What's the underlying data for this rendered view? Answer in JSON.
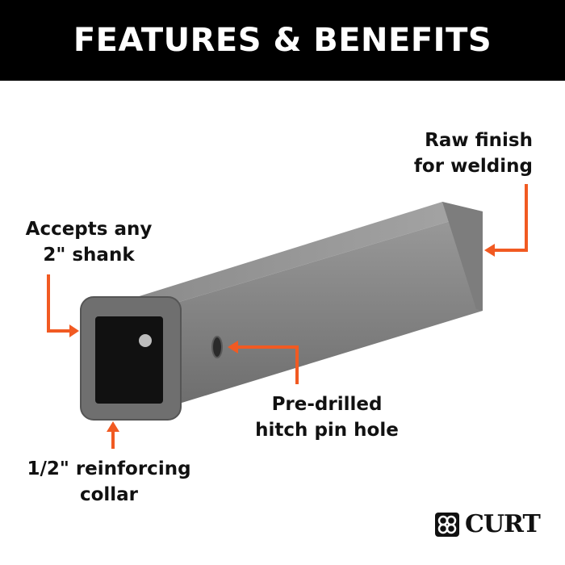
{
  "header": {
    "title": "FEATURES & BENEFITS"
  },
  "callouts": {
    "raw_finish": {
      "line1": "Raw finish",
      "line2": "for welding"
    },
    "accepts_shank": {
      "line1": "Accepts any",
      "line2": "2\" shank"
    },
    "pin_hole": {
      "line1": "Pre-drilled",
      "line2": "hitch pin hole"
    },
    "collar": {
      "line1": "1/2\" reinforcing",
      "line2": "collar"
    }
  },
  "brand": {
    "name": "CURT"
  },
  "colors": {
    "banner": "#000000",
    "arrow": "#f15a22",
    "steel": "#8a8a8a"
  }
}
